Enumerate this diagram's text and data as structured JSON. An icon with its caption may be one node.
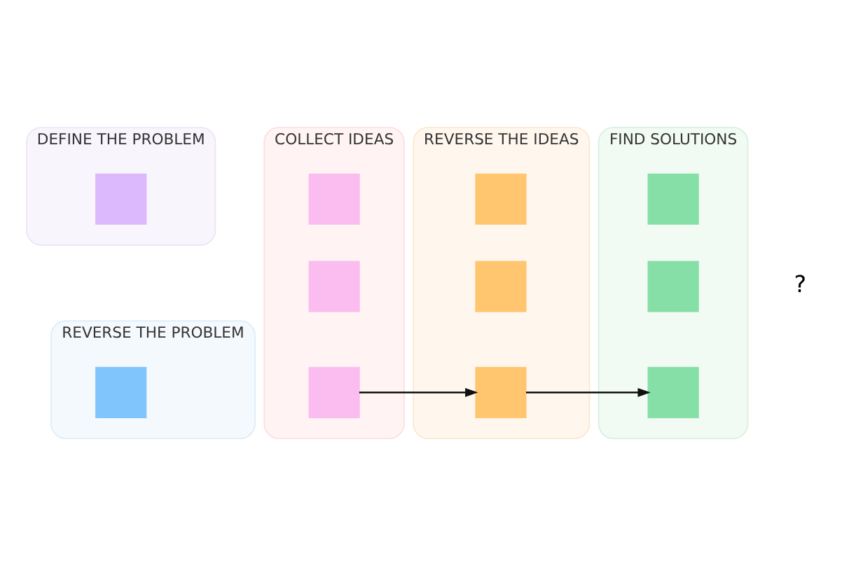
{
  "diagram": {
    "nodes": [
      {
        "text": [
          "DEFINE THE PROBLEM"
        ]
      },
      {
        "text": [],
        "shape": "box",
        "in": 0
      },
      {
        "text": [
          "REVERSE THE PROBLEM"
        ]
      },
      {
        "text": [],
        "shape": "box",
        "in": 2
      },
      {
        "text": [
          "COLLECT IDEAS"
        ]
      },
      {
        "text": [],
        "shape": "box",
        "in": 4
      },
      {
        "text": [],
        "shape": "box",
        "in": 4
      },
      {
        "text": [],
        "shape": "box",
        "in": 4
      },
      {
        "text": [
          "REVERSE THE IDEAS"
        ]
      },
      {
        "text": [],
        "shape": "box",
        "in": 8
      },
      {
        "text": [],
        "shape": "box",
        "in": 8
      },
      {
        "text": [],
        "shape": "box",
        "in": 8
      },
      {
        "text": [
          "FIND SOLUTIONS"
        ]
      },
      {
        "text": [],
        "shape": "box",
        "in": 12
      },
      {
        "text": [],
        "shape": "box",
        "in": 12
      },
      {
        "text": [],
        "shape": "box",
        "in": 12
      }
    ],
    "edges": [
      {
        "from": 7,
        "to": 11,
        "arrow": "to"
      },
      {
        "from": 11,
        "to": 15,
        "arrow": "to"
      }
    ],
    "labels": [
      "?"
    ]
  }
}
